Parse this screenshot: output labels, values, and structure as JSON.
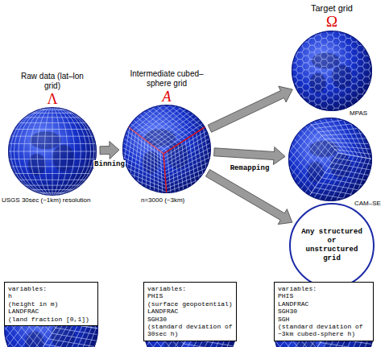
{
  "diagram": {
    "nodes": [
      {
        "text": [
          "Raw data (lat–lon grid)",
          "Λ"
        ]
      },
      {
        "text": [
          "Intermediate cubed–sphere grid",
          "A"
        ]
      },
      {
        "text": [
          "MPAS"
        ]
      },
      {
        "text": [
          "CAM–SE"
        ]
      },
      {
        "text": [
          "Any structured or unstructured grid"
        ]
      },
      {
        "text": [
          "variables:",
          "h",
          "(height in m)",
          "LANDFRAC",
          "(land fraction [0,1])"
        ]
      },
      {
        "text": [
          "variables:",
          "PHIS",
          "(surface geopotential)",
          "LANDFRAC",
          "SGH30",
          "(standard deviation of 30sec h)"
        ]
      },
      {
        "text": [
          "variables:",
          "PHIS",
          "LANDFRAC",
          "SGH30",
          "SGH",
          "(standard deviation of ~3km cubed-sphere h)"
        ]
      }
    ],
    "edges": [
      {
        "from": 0,
        "to": 1,
        "arrow": "to",
        "label": "Binning"
      },
      {
        "from": 1,
        "to": 2,
        "arrow": "to"
      },
      {
        "from": 1,
        "to": 3,
        "arrow": "to",
        "label": "Remapping"
      },
      {
        "from": 1,
        "to": 4,
        "arrow": "to"
      }
    ],
    "labels": [
      "Target grid",
      "Ω",
      "USGS 30sec (~1km) resolution",
      "n=3000 (~3km)"
    ]
  }
}
